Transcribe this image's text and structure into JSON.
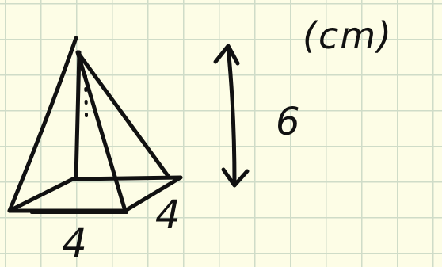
{
  "labels": {
    "unit": "(cm)",
    "height": "6",
    "side_right": "4",
    "side_bottom": "4"
  },
  "colors": {
    "paper": "#fdfde6",
    "grid": "#cfdcc8",
    "ink": "#111111"
  }
}
